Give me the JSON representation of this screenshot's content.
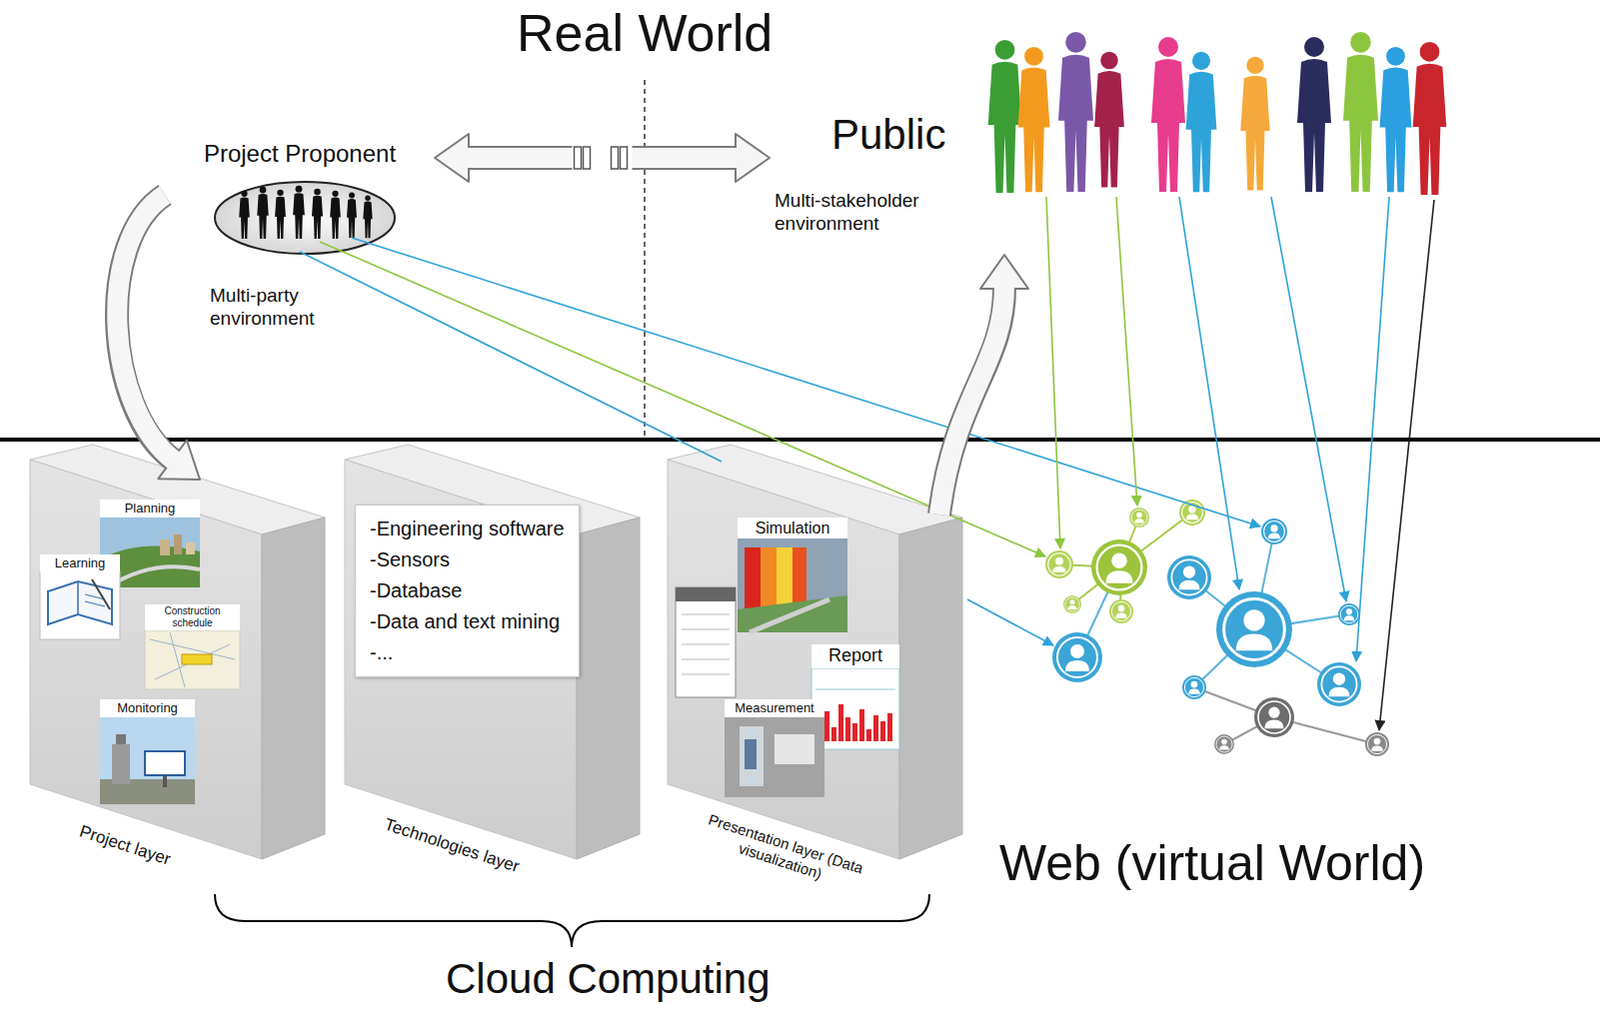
{
  "diagram": {
    "title": "Real World",
    "nodes": [
      {
        "text": [
          "Project Proponent",
          "Multi-party environment"
        ]
      },
      {
        "text": [
          "Public",
          "Multi-stakeholder environment"
        ]
      },
      {
        "text": [
          "Project layer"
        ]
      },
      {
        "text": [
          "Planning"
        ],
        "in": 2
      },
      {
        "text": [
          "Learning"
        ],
        "in": 2
      },
      {
        "text": [
          "Construction schedule"
        ],
        "in": 2
      },
      {
        "text": [
          "Monitoring"
        ],
        "in": 2
      },
      {
        "text": [
          "Technologies layer"
        ]
      },
      {
        "text": [
          "-Engineering software",
          "-Sensors",
          "-Database",
          "-Data and text mining",
          "-..."
        ],
        "in": 7
      },
      {
        "text": [
          "Presentation layer (Data visualization)"
        ]
      },
      {
        "text": [
          "Simulation"
        ],
        "in": 9
      },
      {
        "text": [
          "Report"
        ],
        "in": 9
      },
      {
        "text": [
          "Measurement"
        ],
        "in": 9
      }
    ],
    "edges": [
      {
        "from": 0,
        "to": 1,
        "arrow": "both"
      },
      {
        "from": 0,
        "to": 2,
        "arrow": "to"
      },
      {
        "from": 9,
        "to": 1,
        "arrow": "to"
      }
    ],
    "labels": [
      "Web (virtual World)",
      "Cloud Computing"
    ]
  }
}
